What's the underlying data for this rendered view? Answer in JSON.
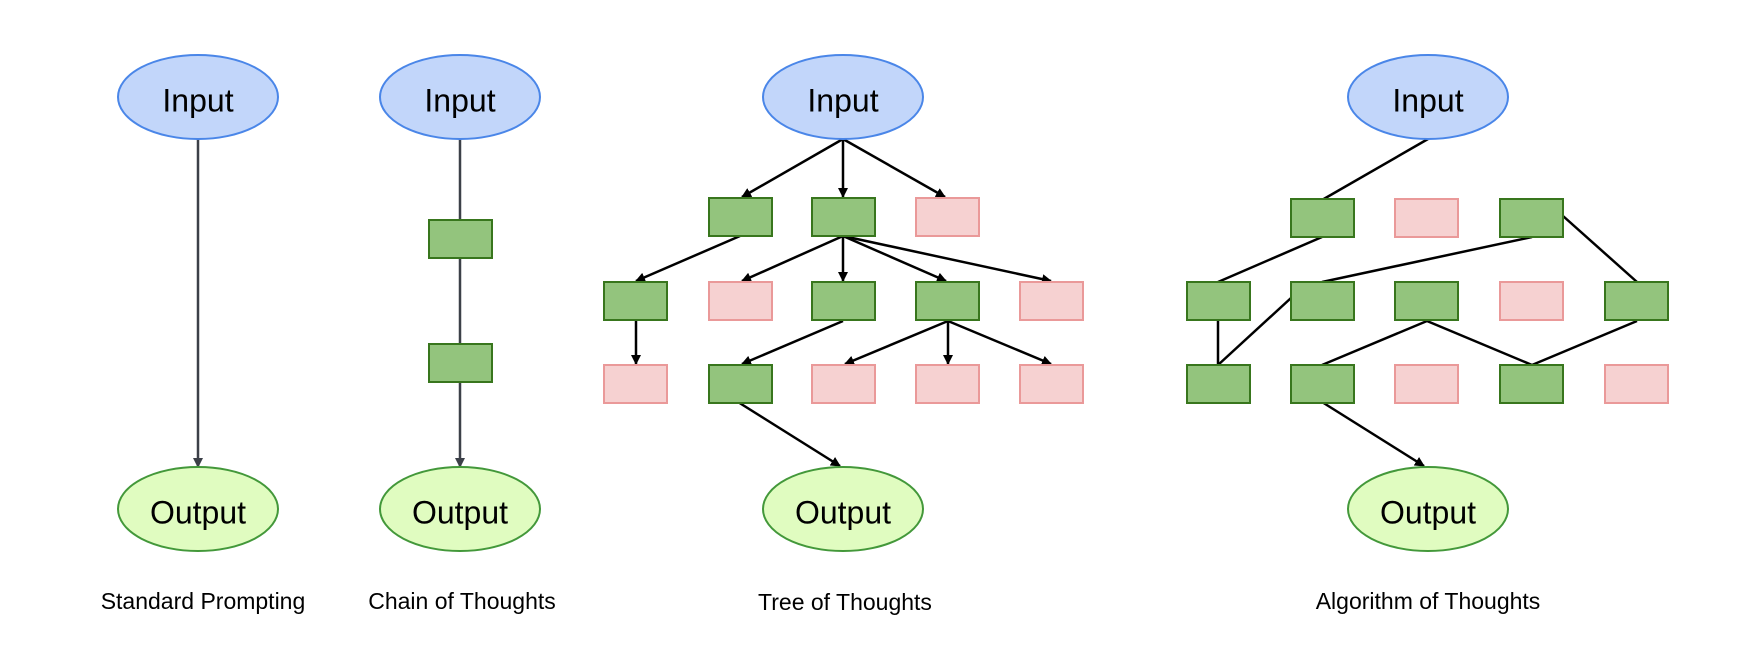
{
  "labels": {
    "input": "Input",
    "output": "Output"
  },
  "captions": {
    "standard": "Standard Prompting",
    "cot": "Chain of Thoughts",
    "tot": "Tree of Thoughts",
    "aot": "Algorithm of Thoughts"
  },
  "colors": {
    "input_fill": "#c2d6fa",
    "input_stroke": "#4a86e8",
    "output_fill": "#e0fcc0",
    "output_stroke": "#43983a",
    "thought_fill": "#93c47d",
    "thought_stroke": "#38761d",
    "rejected_fill": "#f6d1d1",
    "rejected_stroke": "#ea9999",
    "edge": "#000000",
    "simple_edge": "#3c4048"
  }
}
